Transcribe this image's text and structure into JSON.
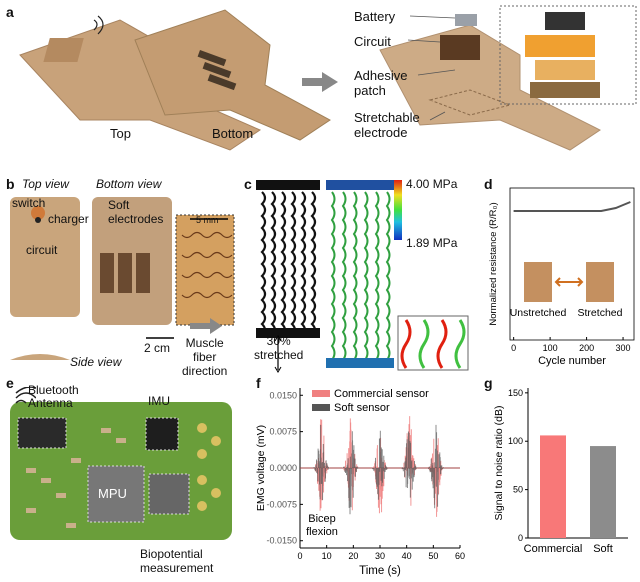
{
  "panel_letters": {
    "a": "a",
    "b": "b",
    "c": "c",
    "d": "d",
    "e": "e",
    "f": "f",
    "g": "g"
  },
  "panel_a": {
    "top_label": "Top",
    "bottom_label": "Bottom",
    "layers": [
      "Battery",
      "Circuit",
      "Adhesive patch",
      "Stretchable electrode"
    ],
    "adhesive_line1": "Adhesive",
    "adhesive_line2": "patch",
    "electrode_line1": "Stretchable",
    "electrode_line2": "electrode"
  },
  "panel_b": {
    "top_view": "Top view",
    "bottom_view": "Bottom view",
    "switch": "switch",
    "charger": "charger",
    "circuit": "circuit",
    "soft_electrodes_1": "Soft",
    "soft_electrodes_2": "electrodes",
    "scale_inset": "5 mm",
    "scale_main": "2 cm",
    "side_view": "Side view",
    "muscle_1": "Muscle",
    "muscle_2": "fiber",
    "muscle_3": "direction"
  },
  "panel_c": {
    "cbar_max": "4.00 MPa",
    "cbar_min": "1.89 MPa",
    "stretch_1": "30%",
    "stretch_2": "stretched"
  },
  "panel_e": {
    "bluetooth_1": "Bluetooth",
    "bluetooth_2": "Antenna",
    "imu": "IMU",
    "mpu": "MPU",
    "bio_1": "Biopotential",
    "bio_2": "measurement"
  },
  "chart_data": [
    {
      "panel": "d",
      "type": "line",
      "xlabel": "Cycle number",
      "ylabel": "Normalized resistance (R/R₀)",
      "xlim": [
        -10,
        330
      ],
      "xticks": [
        0,
        100,
        200,
        300
      ],
      "x": [
        0,
        40,
        80,
        120,
        160,
        200,
        240,
        260,
        280,
        300,
        320
      ],
      "y": [
        1.0,
        1.0,
        1.0,
        1.0,
        1.0,
        1.0,
        1.0,
        1.005,
        1.01,
        1.02,
        1.03
      ],
      "inset_left": "Unstretched",
      "inset_right": "Stretched"
    },
    {
      "panel": "f",
      "type": "line",
      "xlabel": "Time (s)",
      "ylabel": "EMG voltage (mV)",
      "xlim": [
        0,
        60
      ],
      "ylim": [
        -0.0165,
        0.0165
      ],
      "xticks": [
        "0",
        "10",
        "20",
        "30",
        "40",
        "50",
        "60"
      ],
      "yticks": [
        "0.0150",
        "0.0075",
        "0.0000",
        "-0.0075",
        "-0.0150"
      ],
      "ytick_values": [
        0.015,
        0.0075,
        0,
        -0.0075,
        -0.015
      ],
      "series": [
        {
          "name": "Commercial sensor",
          "color": "#f08080"
        },
        {
          "name": "Soft sensor",
          "color": "#555555"
        }
      ],
      "bursts_center_s": [
        8,
        19,
        30,
        41,
        51
      ],
      "annotation_1": "Bicep",
      "annotation_2": "flexion"
    },
    {
      "panel": "g",
      "type": "bar",
      "categories": [
        "Commercial",
        "Soft"
      ],
      "values": [
        106,
        95
      ],
      "colors": [
        "#f87878",
        "#8c8c8c"
      ],
      "ylabel": "Signal to noise ratio (dB)",
      "ylim": [
        0,
        155
      ],
      "yticks": [
        0,
        50,
        100,
        150
      ]
    }
  ]
}
